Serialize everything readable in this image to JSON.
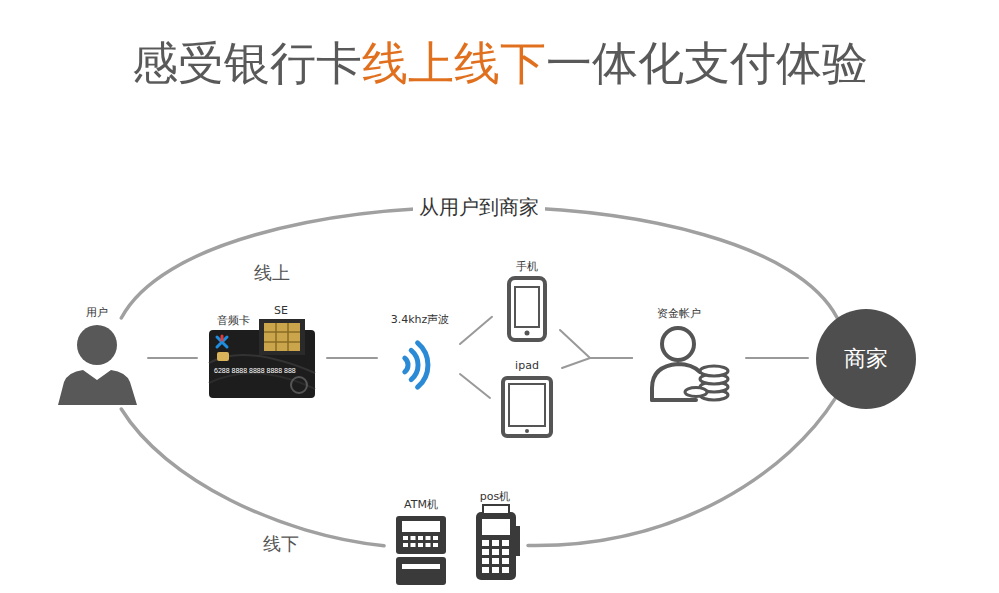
{
  "diagram": {
    "title": "感受银行卡线上线下一体化支付体验",
    "nodes": [
      {
        "text": [
          "用户"
        ]
      },
      {
        "text": [
          "音频卡",
          "SE"
        ]
      },
      {
        "text": [
          "3.4khz声波"
        ]
      },
      {
        "text": [
          "手机"
        ]
      },
      {
        "text": [
          "ipad"
        ]
      },
      {
        "text": [
          "资金帐户"
        ]
      },
      {
        "text": [
          "商家"
        ]
      },
      {
        "text": [
          "ATM机"
        ]
      },
      {
        "text": [
          "pos机"
        ]
      }
    ],
    "edges": [
      {
        "from": 0,
        "to": 1,
        "arrow": "none"
      },
      {
        "from": 1,
        "to": 2,
        "arrow": "none"
      },
      {
        "from": 2,
        "to": 3,
        "arrow": "none"
      },
      {
        "from": 2,
        "to": 4,
        "arrow": "none"
      },
      {
        "from": 3,
        "to": 5,
        "arrow": "none"
      },
      {
        "from": 4,
        "to": 5,
        "arrow": "none"
      },
      {
        "from": 5,
        "to": 6,
        "arrow": "none"
      },
      {
        "from": 0,
        "to": 6,
        "label": "从用户到商家",
        "arrow": "none"
      },
      {
        "from": 0,
        "to": 7,
        "arrow": "none"
      },
      {
        "from": 8,
        "to": 6,
        "arrow": "none"
      }
    ],
    "labels": [
      "线上",
      "线下",
      "6288 8888 8888 8888 888"
    ]
  }
}
